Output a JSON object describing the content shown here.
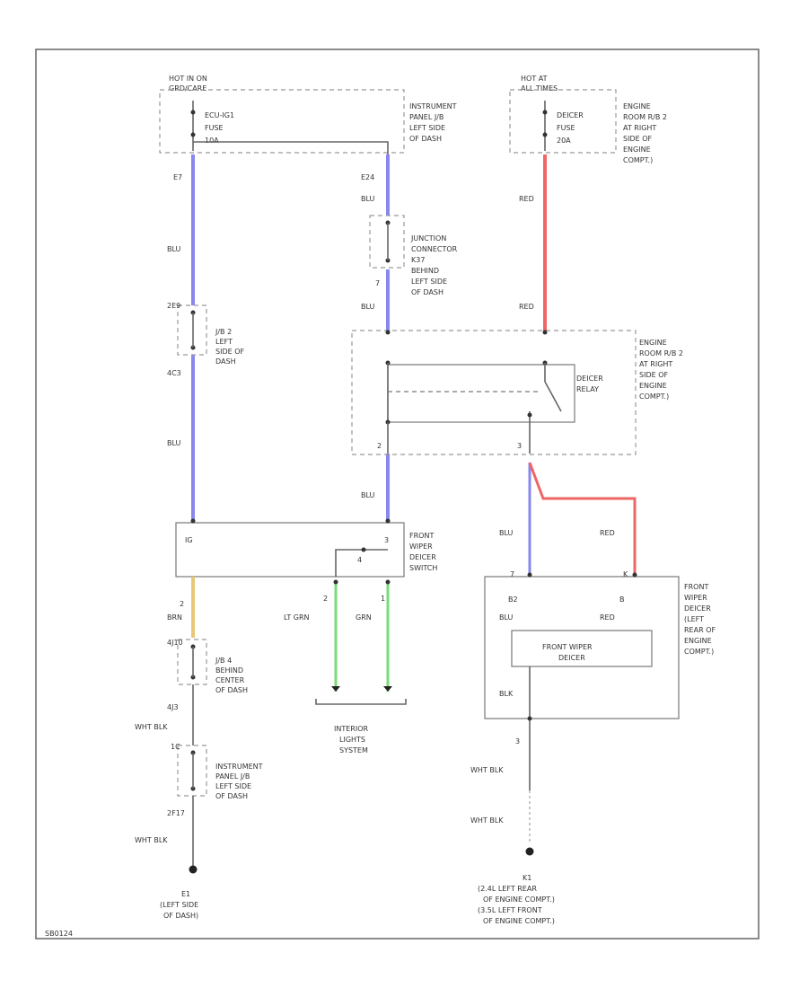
{
  "page_code": "SB0124",
  "fuse_panel_1": {
    "hot_label": "HOT IN ON",
    "hot_label2": "GRD/CARE",
    "fuse_name": "ECU-IG1",
    "fuse_word": "FUSE",
    "fuse_amp": "10A",
    "location": [
      "INSTRUMENT",
      "PANEL J/B",
      "LEFT SIDE",
      "OF DASH"
    ]
  },
  "fuse_panel_2": {
    "hot_label": "HOT AT",
    "hot_label2": "ALL TIMES",
    "fuse_name": "DEICER",
    "fuse_word": "FUSE",
    "fuse_amp": "20A",
    "location": [
      "ENGINE",
      "ROOM R/B 2",
      "AT RIGHT",
      "SIDE OF",
      "ENGINE",
      "COMPT.)"
    ]
  },
  "junction_connector": [
    "JUNCTION",
    "CONNECTOR",
    "K37",
    "BEHIND",
    "LEFT SIDE",
    "OF DASH"
  ],
  "jb2": [
    "J/B 2",
    "LEFT",
    "SIDE OF",
    "DASH"
  ],
  "relay_block": {
    "relay": [
      "DEICER",
      "RELAY"
    ],
    "location": [
      "ENGINE",
      "ROOM R/B 2",
      "AT RIGHT",
      "SIDE OF",
      "ENGINE",
      "COMPT.)"
    ]
  },
  "switch": {
    "name": [
      "FRONT",
      "WIPER",
      "DEICER",
      "SWITCH"
    ],
    "pin_left": "IG",
    "pin_right": "3",
    "pin_mid": "4"
  },
  "jb4": [
    "J/B 4",
    "BEHIND",
    "CENTER",
    "OF DASH"
  ],
  "instrument_panel_2": [
    "INSTRUMENT",
    "PANEL J/B",
    "LEFT SIDE",
    "OF DASH"
  ],
  "interior_lights": [
    "INTERIOR",
    "LIGHTS",
    "SYSTEM"
  ],
  "deicer": {
    "name": [
      "FRONT WIPER",
      "DEICER"
    ],
    "location": [
      "FRONT",
      "WIPER",
      "DEICER",
      "(LEFT",
      "REAR OF",
      "ENGINE",
      "COMPT.)"
    ],
    "pin_b2": "B2",
    "pin_b": "B"
  },
  "ground_1": [
    "E1",
    "(LEFT SIDE",
    "OF DASH)"
  ],
  "ground_2": [
    "K1",
    "(2.4L LEFT REAR",
    "OF ENGINE COMPT.)",
    "(3.5L LEFT FRONT",
    "OF ENGINE COMPT.)"
  ],
  "wires": {
    "blu": "BLU",
    "red": "RED",
    "brn": "BRN",
    "lt_grn": "LT GRN",
    "grn": "GRN",
    "blk": "BLK",
    "wht_blk": "WHT BLK"
  },
  "pins": {
    "p_e7": "E7",
    "p_e24": "E24",
    "p_2e9": "2E9",
    "p_4c3": "4C3",
    "p_2": "2",
    "p_1": "1",
    "p_3": "3",
    "p_4j10": "4J10",
    "p_4j3": "4J3",
    "p_1c": "1C",
    "p_2f17": "2F17",
    "p_7": "7",
    "p_k": "K"
  },
  "colors": {
    "blu": "#8888ee",
    "red": "#ee6666",
    "brn": "#e8c878",
    "grn": "#77dd77",
    "blk": "#666666"
  }
}
